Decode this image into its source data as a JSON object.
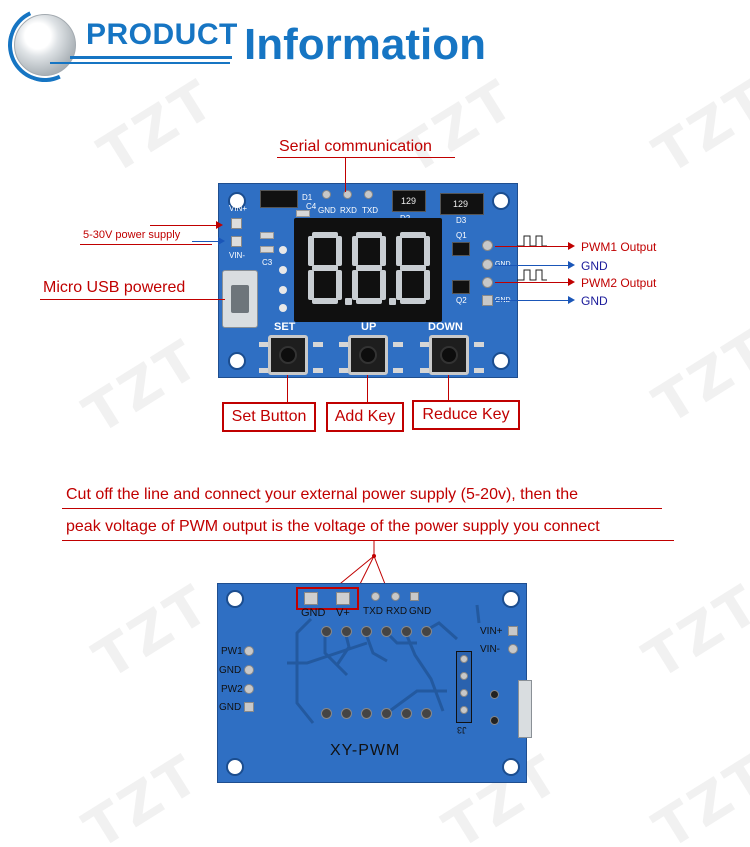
{
  "header": {
    "product": "PRODUCT",
    "information": "Information"
  },
  "watermark": "TZT",
  "top_board": {
    "silk": {
      "vin_plus": "VIN+",
      "vin_minus": "VIN-",
      "d1": "D1",
      "c4": "C4",
      "c3": "C3",
      "gnd": "GND",
      "rxd": "RXD",
      "txd": "TXD",
      "d2": "D2",
      "d3": "D3",
      "q1": "Q1",
      "q2": "Q2",
      "r129a": "129",
      "r129b": "129",
      "out_gnd1": "GND",
      "out_gnd2": "GND",
      "set": "SET",
      "up": "UP",
      "down": "DOWN"
    }
  },
  "labels": {
    "serial_communication": "Serial communication",
    "power_supply": "5-30V power supply",
    "micro_usb": "Micro USB powered",
    "pwm1_output": "PWM1 Output",
    "gnd1": "GND",
    "pwm2_output": "PWM2 Output",
    "gnd2": "GND",
    "set_button": "Set Button",
    "add_key": "Add Key",
    "reduce_key": "Reduce Key"
  },
  "note": {
    "line1": "Cut off the line and connect your external power supply (5-20v), then the",
    "line2": "peak voltage of PWM output is the voltage of the power supply you connect"
  },
  "bottom_board": {
    "gnd": "GND",
    "vplus": "V+",
    "txd": "TXD",
    "rxd": "RXD",
    "gnd2": "GND",
    "vin_plus": "VIN+",
    "vin_minus": "VIN-",
    "pw1": "PW1",
    "gnd_a": "GND",
    "pw2": "PW2",
    "gnd_b": "GND",
    "j3": "J3",
    "model": "XY-PWM"
  },
  "colors": {
    "brand_blue": "#1675c3",
    "board_blue": "#2f6fc3",
    "label_red": "#c00000",
    "label_blue": "#1a1a9a"
  }
}
